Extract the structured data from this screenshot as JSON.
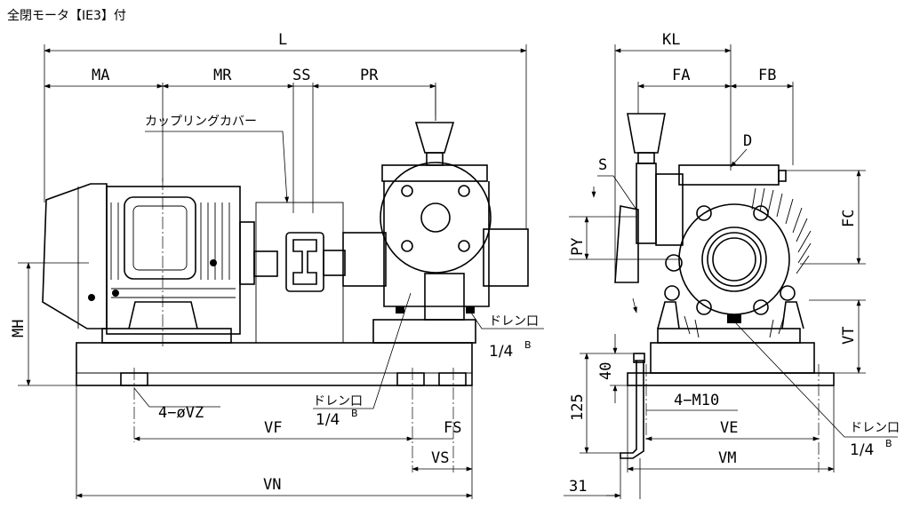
{
  "title": "全閉モータ【IE3】付",
  "front_view": {
    "dims": {
      "L": "L",
      "MA": "MA",
      "MR": "MR",
      "SS": "SS",
      "PR": "PR",
      "MH": "MH",
      "VF": "VF",
      "FS": "FS",
      "VS": "VS",
      "VN": "VN"
    },
    "hole_label": "4−øVZ",
    "coupling_cover": "カップリングカバー",
    "drain_1": {
      "label": "ドレン口",
      "size": "1/4",
      "sup": "B"
    },
    "drain_2": {
      "label": "ドレン口",
      "size": "1/4",
      "sup": "B"
    }
  },
  "side_view": {
    "dims": {
      "KL": "KL",
      "FA": "FA",
      "FB": "FB",
      "D": "D",
      "S": "S",
      "PY": "PY",
      "FC": "FC",
      "VT": "VT",
      "d40": "40",
      "d125": "125",
      "VE": "VE",
      "VM": "VM",
      "d31": "31"
    },
    "bolt_label": "4−M10",
    "drain_3": {
      "label": "ドレン口",
      "size": "1/4",
      "sup": "B"
    }
  }
}
